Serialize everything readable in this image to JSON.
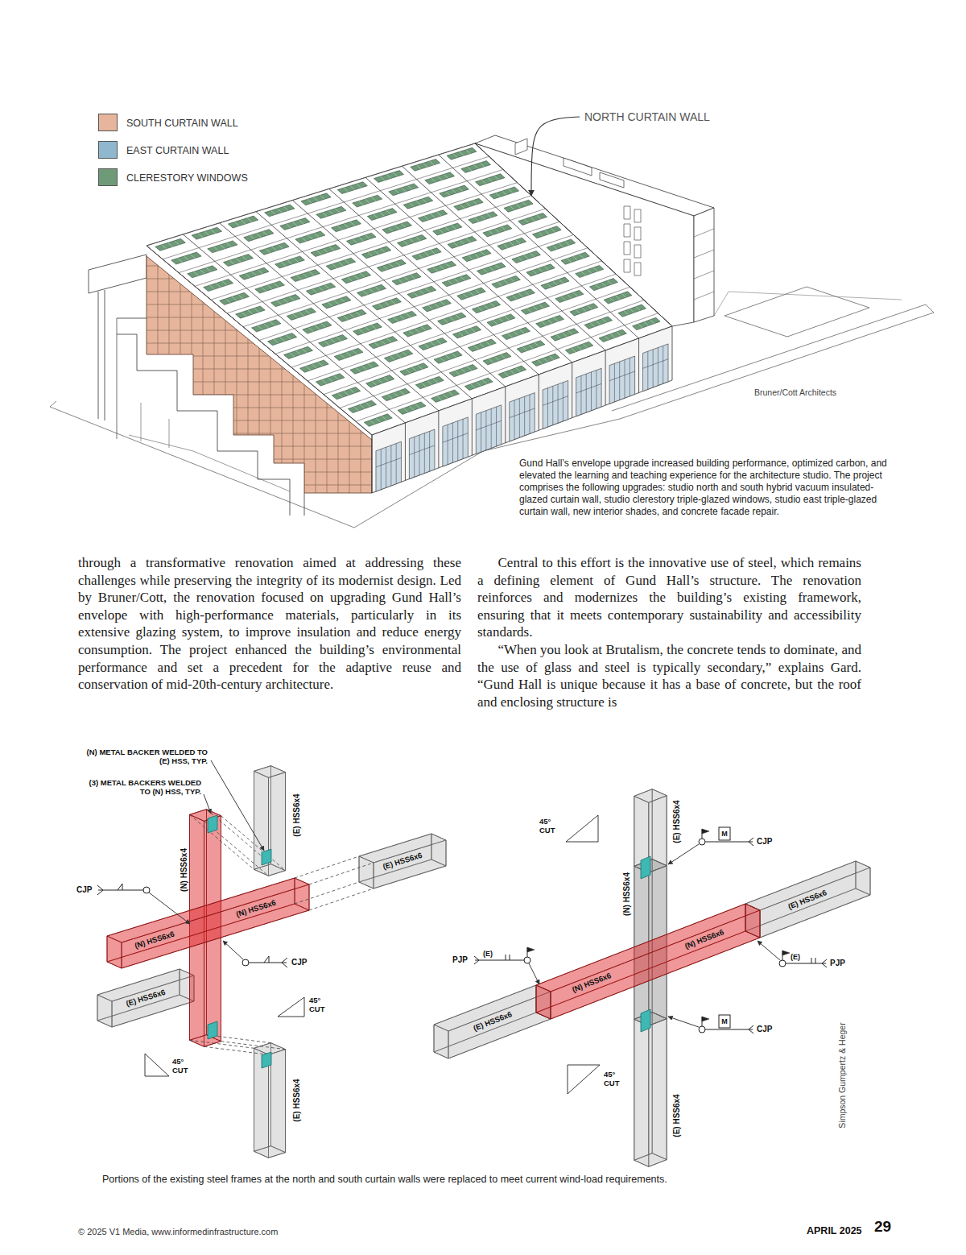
{
  "diagram": {
    "caption": "Gund Hall’s envelope upgrade increased building performance, optimized carbon, and elevated the learning and teaching experience for the architecture studio. The project comprises the following upgrades: studio north and south hybrid vacuum insulated-glazed curtain wall, studio clerestory triple-glazed windows, studio east triple-glazed curtain wall, new interior shades, and concrete facade repair.",
    "labels": [
      "NORTH CURTAIN WALL",
      "Bruner/Cott Architects",
      "through a transformative renovation aimed at addressing these challenges while preserving the integrity of its modernist design. Led by Bruner/Cott, the renovation focused on upgrading Gund Hall’s envelope with high-performance materials, particularly in its extensive glazing system, to improve insulation and reduce energy consumption. The project enhanced the building’s environmental performance and set a precedent for the adaptive reuse and conservation of mid-20th-century architecture.",
      "Central to this effort is the innovative use of steel, which remains a defining element of Gund Hall’s structure. The renovation reinforces and modernizes the building’s existing framework, ensuring that it meets contemporary sustainability and accessibility standards.",
      "“When you look at Brutalism, the concrete tends to dominate, and the use of glass and steel is typically secondary,” explains Gard. “Gund Hall is unique because it has a base of concrete, but the roof and enclosing structure is",
      "(N) METAL BACKER WELDED TO (E) HSS, TYP.",
      "(3) METAL BACKERS WELDED TO (N) HSS, TYP.",
      "(E) HSS6x4",
      "(N) HSS6x4",
      "CJP",
      "(N) HSS6x6",
      "(E) HSS6x6",
      "(N) HSS6x6",
      "CJP",
      "(E) HSS6x6",
      "45° CUT",
      "45° CUT",
      "(E) HSS6x4",
      "45° CUT",
      "(E) HSS6x4",
      "M",
      "CJP",
      "(N) HSS6x4",
      "(E) HSS6x6",
      "(N) HSS6x6",
      "PJP",
      "(E)",
      "(N) HSS6x6",
      "(E) HSS6x6",
      "(E)",
      "PJP",
      "M",
      "CJP",
      "45° CUT",
      "(E) HSS6x4",
      "Simpson Gumpertz & Heger",
      "Portions of the existing steel frames at the north and south curtain walls were replaced to meet current wind-load requirements.",
      "© 2025 V1 Media, www.informedinfrastructure.com",
      "APRIL 2025",
      "29"
    ],
    "legend": [
      {
        "text": "SOUTH CURTAIN WALL",
        "color": "#e6b59c"
      },
      {
        "text": "EAST CURTAIN WALL",
        "color": "#8fb7cd"
      },
      {
        "text": "CLERESTORY WINDOWS",
        "color": "#6e9a78"
      }
    ]
  }
}
